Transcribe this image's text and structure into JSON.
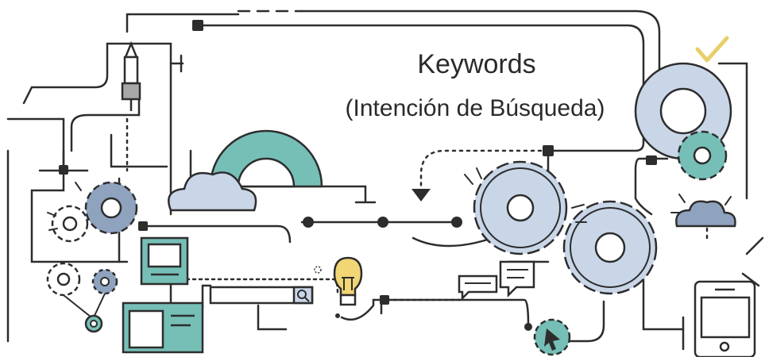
{
  "heading": {
    "title": "Keywords",
    "subtitle": "(Intención de Búsqueda)"
  },
  "illustration": {
    "theme": "seo-keyword-research-line-art",
    "icons": [
      "pencil-icon",
      "gear-icon",
      "cloud-icon",
      "lightbulb-icon",
      "search-bar-icon",
      "monitor-icon",
      "chat-bubble-icon",
      "cursor-icon",
      "checkmark-icon",
      "smartphone-icon"
    ],
    "colors": {
      "line": "#2d2d2d",
      "teal": "#76bfb6",
      "blue_gray": "#c9d6e8",
      "steel": "#8fa3bf",
      "yellow": "#f2d675",
      "check": "#e8cf6a",
      "background": "#ffffff"
    }
  }
}
